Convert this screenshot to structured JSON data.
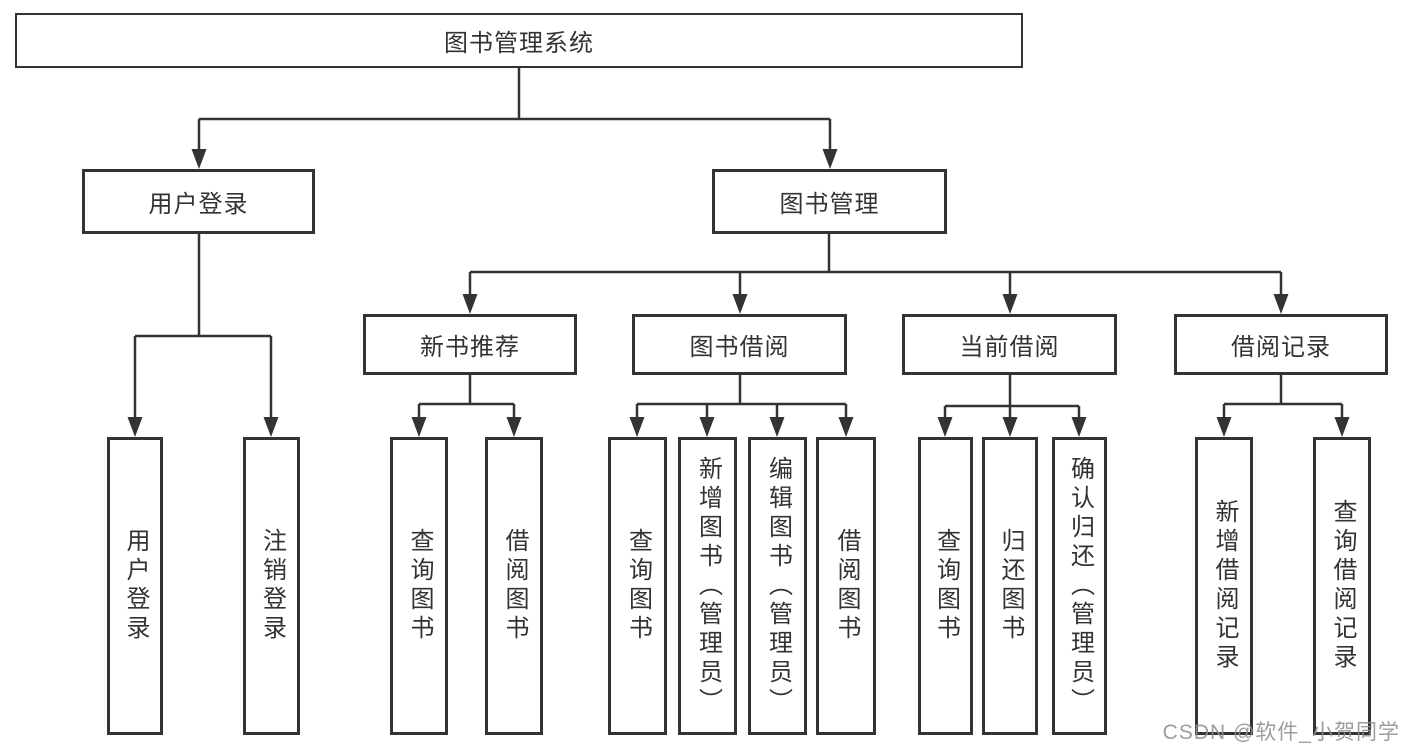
{
  "tree": {
    "label": "图书管理系统",
    "children": [
      {
        "label": "用户登录",
        "children": [
          {
            "label": "用户登录"
          },
          {
            "label": "注销登录"
          }
        ]
      },
      {
        "label": "图书管理",
        "children": [
          {
            "label": "新书推荐",
            "children": [
              {
                "label": "查询图书"
              },
              {
                "label": "借阅图书"
              }
            ]
          },
          {
            "label": "图书借阅",
            "children": [
              {
                "label": "查询图书"
              },
              {
                "label": "新增图书（管理员）"
              },
              {
                "label": "编辑图书（管理员）"
              },
              {
                "label": "借阅图书"
              }
            ]
          },
          {
            "label": "当前借阅",
            "children": [
              {
                "label": "查询图书"
              },
              {
                "label": "归还图书"
              },
              {
                "label": "确认归还（管理员）"
              }
            ]
          },
          {
            "label": "借阅记录",
            "children": [
              {
                "label": "新增借阅记录"
              },
              {
                "label": "查询借阅记录"
              }
            ]
          }
        ]
      }
    ]
  },
  "watermark": {
    "text": "CSDN @软件_小贺同学"
  },
  "colors": {
    "line": "#333333",
    "text": "#333333",
    "background": "#ffffff",
    "watermark": "#8f8f8f"
  }
}
